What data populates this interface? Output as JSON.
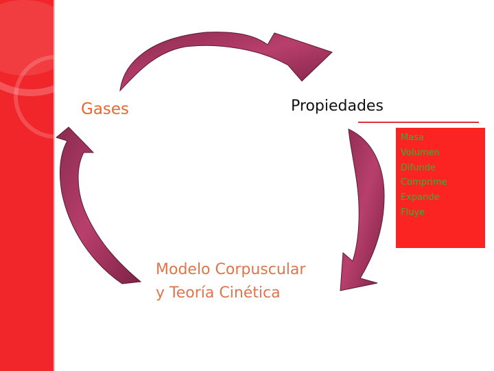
{
  "nodes": {
    "gases": "Gases",
    "propiedades": "Propiedades",
    "modelo_line1": "Modelo Corpuscular",
    "modelo_line2": "y Teoría Cinética"
  },
  "properties": [
    "Masa",
    "Volumen",
    "Difunde",
    "Comprime",
    "Expande",
    "Fluye"
  ],
  "colors": {
    "sidebar": "#f0262b",
    "arrow": "#b03c65",
    "arrow_dark": "#7d2245",
    "properties_box": "#fb2423",
    "properties_text": "#33b233",
    "gases_text": "#e7672e",
    "modelo_text": "#e0744a"
  }
}
